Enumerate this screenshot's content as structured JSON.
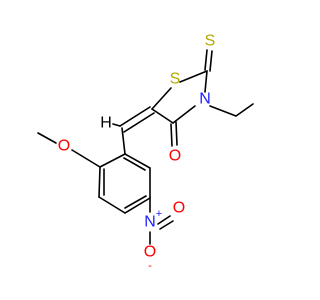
{
  "molecule": {
    "atoms": {
      "s_ring": {
        "text": "S",
        "color": "#b5a800"
      },
      "s_thione": {
        "text": "S",
        "color": "#b5a800"
      },
      "n_ring": {
        "text": "N",
        "color": "#2020ff"
      },
      "o_carbonyl": {
        "text": "O",
        "color": "#ff0000"
      },
      "o_methoxy": {
        "text": "O",
        "color": "#ff0000"
      },
      "n_nitro": {
        "text": "N",
        "color": "#2020ff"
      },
      "n_nitro_charge": {
        "text": "+",
        "color": "#2020ff"
      },
      "o_nitro_double": {
        "text": "O",
        "color": "#ff0000"
      },
      "o_nitro_single": {
        "text": "O",
        "color": "#ff0000"
      },
      "o_nitro_charge": {
        "text": "-",
        "color": "#ff0000"
      },
      "h_vinyl": {
        "text": "H",
        "color": "#000000"
      }
    }
  }
}
